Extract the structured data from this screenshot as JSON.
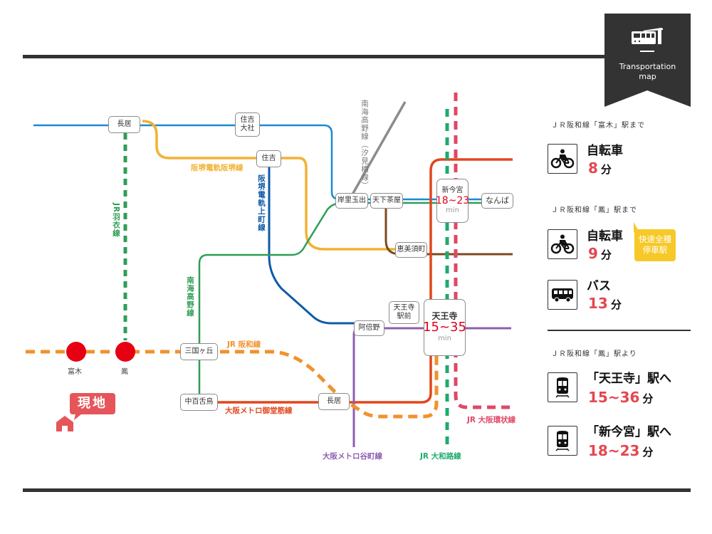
{
  "banner": {
    "icon": "train-station-icon",
    "title_line1": "Transportation",
    "title_line2": "map"
  },
  "colors": {
    "blue_line": "#1a8ad4",
    "hankai_line": "#f2b233",
    "uemachi_line": "#0f5aa8",
    "nankai_koya": "#2e9e56",
    "nankai_koya_gray": "#8c8c8c",
    "brown_line": "#7b4a22",
    "midosuji": "#e2461d",
    "tanimachi": "#8d5fb0",
    "jr_hanwa": "#f0922e",
    "jr_yamatoji": "#1faa6e",
    "jr_loop": "#e04866",
    "jr_hagoromo": "#2e9e56",
    "accent_red": "#e5474f",
    "station_dot": "#e60012",
    "rapid_badge": "#f7c928"
  },
  "map": {
    "stations": {
      "nagai_top": "長居",
      "sumiyoshi_taisha": "住吉\n大社",
      "sumiyoshi": "住吉",
      "kishinosato": "岸里玉出",
      "tengachaya": "天下茶屋",
      "shin_imamiya": {
        "name": "新今宮",
        "time": "18~23",
        "unit": "min"
      },
      "namba": "なんば",
      "ebisucho": "恵美須町",
      "tennoji_ekimae": "天王寺\n駅前",
      "abeno": "阿倍野",
      "tennoji": {
        "name": "天王寺",
        "time": "15~35",
        "unit": "min"
      },
      "mikunigaoka": "三国ヶ丘",
      "nakamozu": "中百舌鳥",
      "nagai_bottom": "長居",
      "tomiki": "富木",
      "otori": "鳳"
    },
    "lines": {
      "hankai": "阪堺電軌阪堺線",
      "uemachi": "阪堺電軌上町線",
      "nankai_koya_shiomibashi": "南海高野線（汐見橋線）",
      "nankai_koya": "南海高野線",
      "jr_hagoromo": "JR羽衣線",
      "jr_hanwa": "JR 阪和線",
      "midosuji": "大阪メトロ御堂筋線",
      "tanimachi": "大阪メトロ谷町線",
      "jr_yamatoji": "JR 大和路線",
      "jr_loop": "JR 大阪環状線"
    },
    "current_location": {
      "label": "現地",
      "icon": "house-icon"
    }
  },
  "panel": {
    "section1": {
      "caption": "ＪＲ阪和線「富木」駅まで",
      "items": [
        {
          "icon": "bicycle-icon",
          "mode": "自転車",
          "value": "8",
          "unit": "分"
        }
      ]
    },
    "section2": {
      "caption": "ＪＲ阪和線「鳳」駅まで",
      "badge": "快速全種\n停車駅",
      "items": [
        {
          "icon": "bicycle-icon",
          "mode": "自転車",
          "value": "9",
          "unit": "分"
        },
        {
          "icon": "bus-icon",
          "mode": "バス",
          "value": "13",
          "unit": "分"
        }
      ]
    },
    "section3": {
      "caption": "ＪＲ阪和線「鳳」駅より",
      "items": [
        {
          "icon": "train-icon",
          "mode": "「天王寺」駅へ",
          "value": "15~36",
          "unit": "分"
        },
        {
          "icon": "train-icon",
          "mode": "「新今宮」駅へ",
          "value": "18~23",
          "unit": "分"
        }
      ]
    }
  }
}
